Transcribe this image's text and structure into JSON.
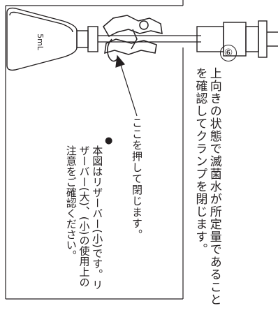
{
  "step": {
    "number": "⑥",
    "text": "上向きの状態で滅菌水が所定量であることを確認してクランプを閉じます。"
  },
  "callout": {
    "text": "ここを押して閉じます。"
  },
  "note": {
    "bullet": "●",
    "text": "本図はリザーバー(小)です。リザーバー(大)、(小)の使用上の注意をご確認ください。"
  },
  "illustration": {
    "volume_label": "5mL"
  }
}
